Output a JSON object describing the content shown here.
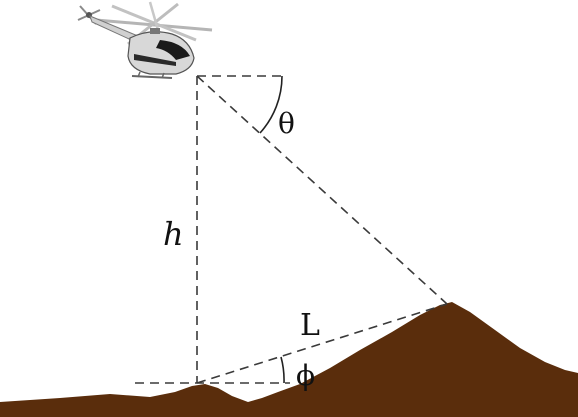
{
  "labels": {
    "height": "h",
    "distance": "L",
    "depression_angle": "θ",
    "slope_angle": "ϕ"
  },
  "colors": {
    "ground": "#5a2d0c",
    "dashed_lines": "#3a3a3a",
    "helicopter_body": "#cfcfcf",
    "helicopter_stripe": "#1a1a1a"
  },
  "icons": {
    "aircraft": "helicopter-icon"
  }
}
